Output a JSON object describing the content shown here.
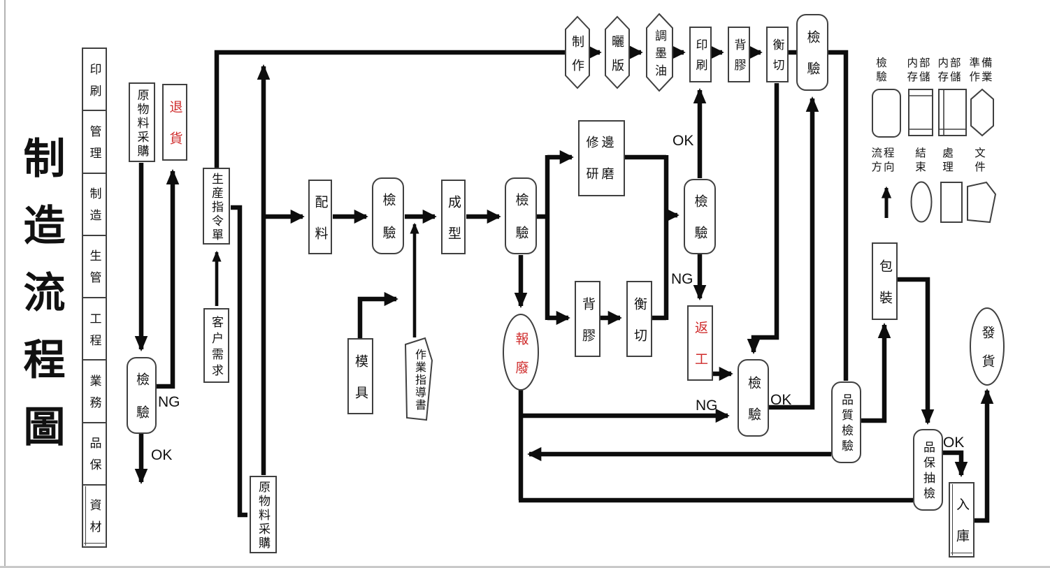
{
  "title": "制造流程圖",
  "departments": [
    "印刷",
    "管理",
    "制造",
    "生管",
    "工程",
    "業務",
    "品保",
    "資材"
  ],
  "labels": {
    "ng": "NG",
    "ok": "OK"
  },
  "nodes": {
    "raw_material_purchase_top": "原物料采購",
    "return_goods": "退貨",
    "incoming_inspection": "檢驗",
    "production_order": "生産指令單",
    "customer_requirements": "客户需求",
    "raw_material_purchase_bottom": "原物料采購",
    "material_mixing": "配料",
    "inspection_after_mixing": "檢驗",
    "molding": "成型",
    "inspection_after_molding": "檢驗",
    "mold_tooling": "模具",
    "work_instruction": "作業指導書",
    "edge_trimming_grinding": "修邊研磨",
    "backing_glue_mid": "背膠",
    "die_cutting_mid": "衡切",
    "inspection_mid": "檢驗",
    "rework": "返工",
    "scrap": "報廢",
    "inspection_rework": "檢驗",
    "plate_making": "制作",
    "plate_exposure": "曬版",
    "ink_mixing": "調墨油",
    "printing": "印刷",
    "backing_glue_top": "背膠",
    "die_cutting_top": "衡切",
    "inspection_top_right": "檢驗",
    "quality_inspection": "品質檢驗",
    "packaging": "包裝",
    "qa_sampling_inspection": "品保抽檢",
    "warehousing": "入庫",
    "shipping": "發貨"
  },
  "legend": {
    "items": [
      {
        "label": "檢驗",
        "shape": "rounded-rect"
      },
      {
        "label": "内部存儲",
        "shape": "stored-data-lines-top-bottom"
      },
      {
        "label": "内部存儲",
        "shape": "internal-storage-lines-left-bottom"
      },
      {
        "label": "準備作業",
        "shape": "hexagon"
      },
      {
        "label": "流程方向",
        "shape": "arrow"
      },
      {
        "label": "結束",
        "shape": "ellipse"
      },
      {
        "label": "處理",
        "shape": "rectangle"
      },
      {
        "label": "文件",
        "shape": "document"
      }
    ]
  },
  "colors": {
    "line": "#0d0d0d",
    "box_border": "#404040",
    "red_text": "#cf2b2b",
    "background": "#ffffff"
  }
}
